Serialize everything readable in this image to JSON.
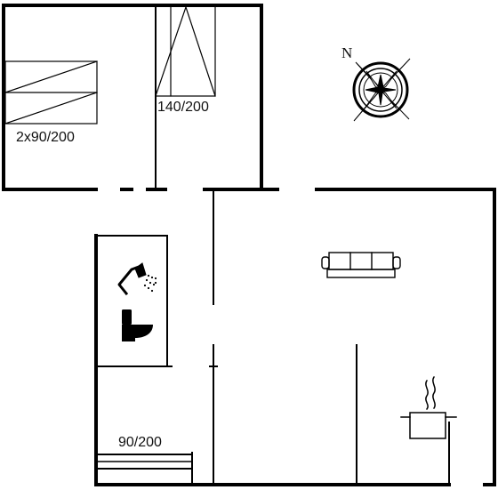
{
  "rooms": {
    "bedroom_left": {
      "bed_label": "2x90/200"
    },
    "bedroom_right": {
      "bed_label": "140/200"
    },
    "small_room": {
      "bed_label": "90/200"
    }
  },
  "compass": {
    "north_label": "N"
  },
  "icons": {
    "shower": "shower-icon",
    "toilet": "toilet-icon",
    "sofa": "sofa-icon",
    "kitchen": "cooking-pot-icon",
    "compass": "compass-rose-icon"
  }
}
